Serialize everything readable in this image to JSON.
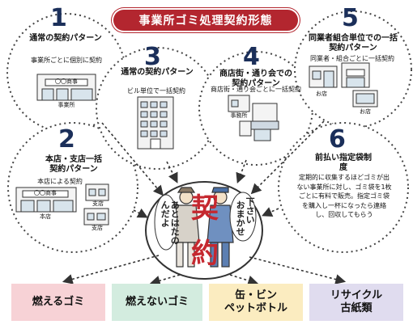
{
  "title": "事業所ゴミ処理契約形態",
  "center": {
    "kanji_top": "契",
    "kanji_bottom": "約",
    "speech_left": "あとはたのんだよ",
    "speech_right_1": "おまかせ",
    "speech_right_2": "下さい"
  },
  "patterns": [
    {
      "number": "1",
      "title": "通常の契約パターン",
      "caption": "事業所ごとに個別に契約",
      "sign": "〇〇商事",
      "label": "事業所"
    },
    {
      "number": "2",
      "title": "本店・支店一括契約パターン",
      "caption": "本店による契約",
      "sign": "〇〇商事",
      "label": "本店",
      "branch_label": "支店"
    },
    {
      "number": "3",
      "title": "通常の契約パターン",
      "caption": "ビル単位で一括契約"
    },
    {
      "number": "4",
      "title": "商店街・通り会での契約パターン",
      "caption": "商店街・通り会ごとに一括契約",
      "label": "事務所"
    },
    {
      "number": "5",
      "title": "同業者組合単位での一括契約パターン",
      "caption": "同業者・組合ごとに一括契約",
      "label": "お店"
    },
    {
      "number": "6",
      "title": "前払い指定袋制度",
      "description": "定期的に収集するほどゴミが出ない事業所に対し、ゴミ袋を1枚ごとに有料で販売。指定ゴミ袋を購入し一杯になったら連絡し、回収してもらう"
    }
  ],
  "categories": [
    {
      "label": "燃えるゴミ",
      "color": "#f7d2d6"
    },
    {
      "label": "燃えないゴミ",
      "color": "#d3ecdf"
    },
    {
      "label1": "缶・ビン",
      "label2": "ペットボトル",
      "color": "#fbecc0"
    },
    {
      "label1": "リサイクル",
      "label2": "古紙類",
      "color": "#e0dcef"
    }
  ]
}
